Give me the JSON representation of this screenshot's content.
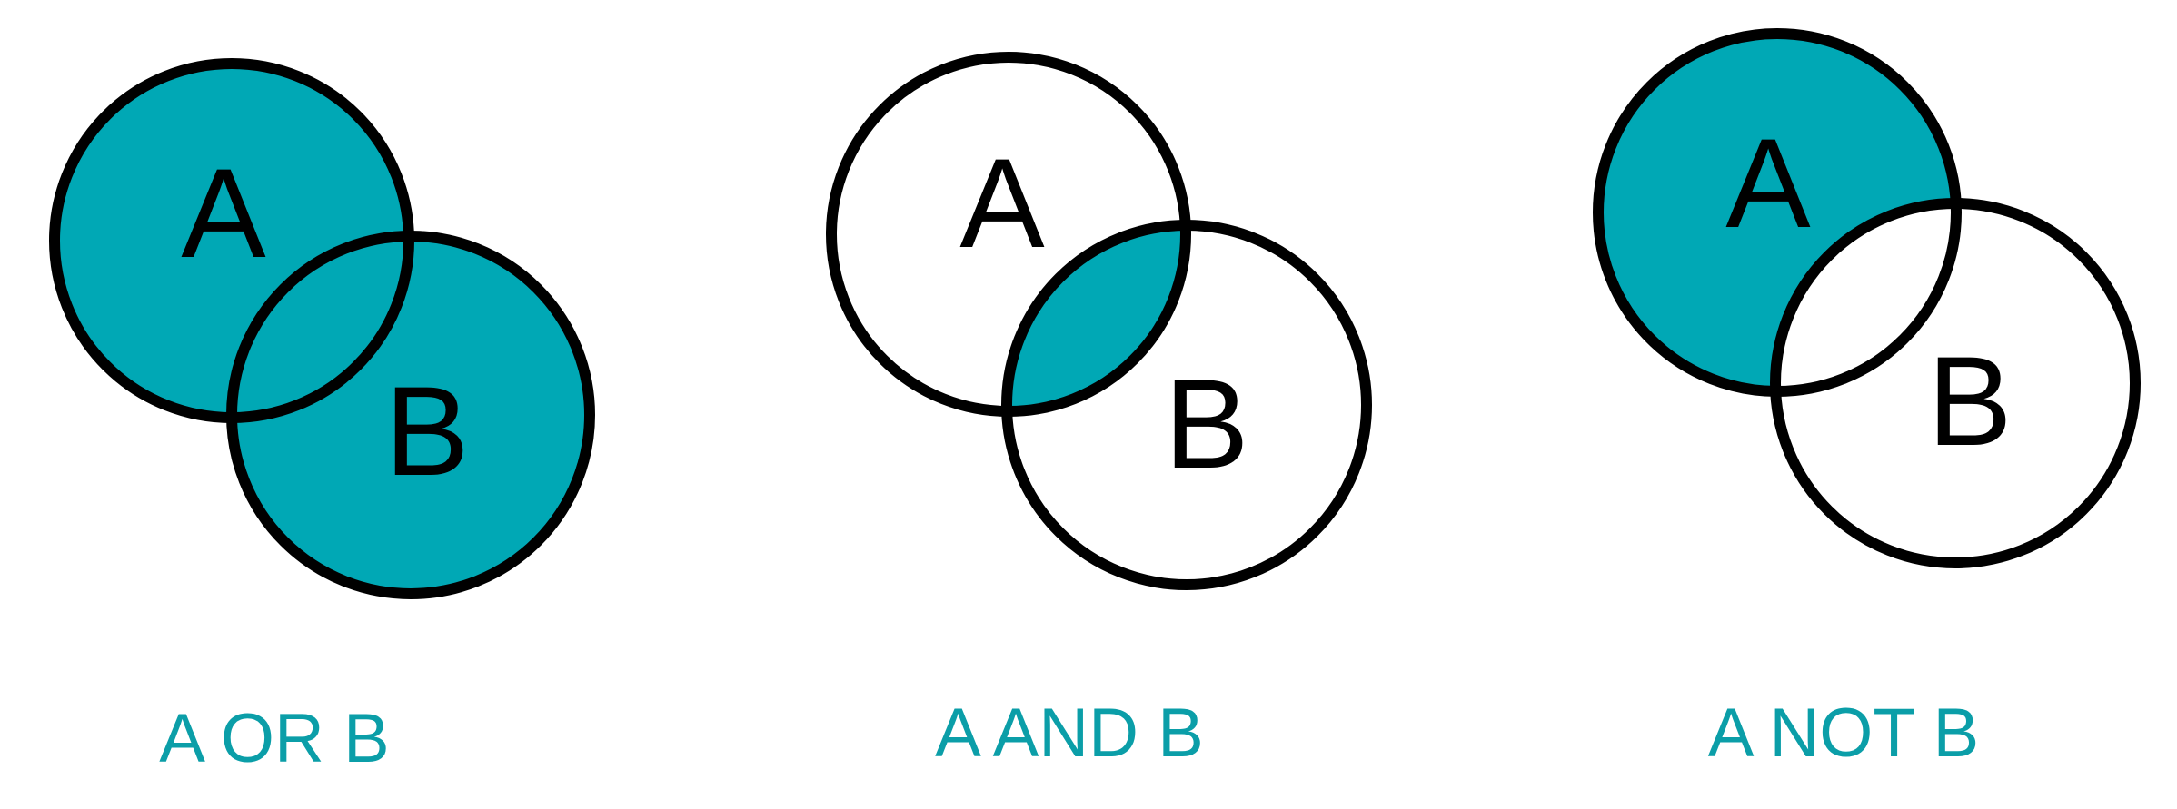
{
  "colors": {
    "fill": "#00a8b5",
    "caption": "#0b9ea8",
    "stroke": "#000000",
    "background": "#ffffff"
  },
  "diagrams": [
    {
      "circle_a_label": "A",
      "circle_b_label": "B",
      "caption": "A OR B",
      "shading": "union"
    },
    {
      "circle_a_label": "A",
      "circle_b_label": "B",
      "caption": "A AND B",
      "shading": "intersection"
    },
    {
      "circle_a_label": "A",
      "circle_b_label": "B",
      "caption": "A NOT B",
      "shading": "difference"
    }
  ]
}
